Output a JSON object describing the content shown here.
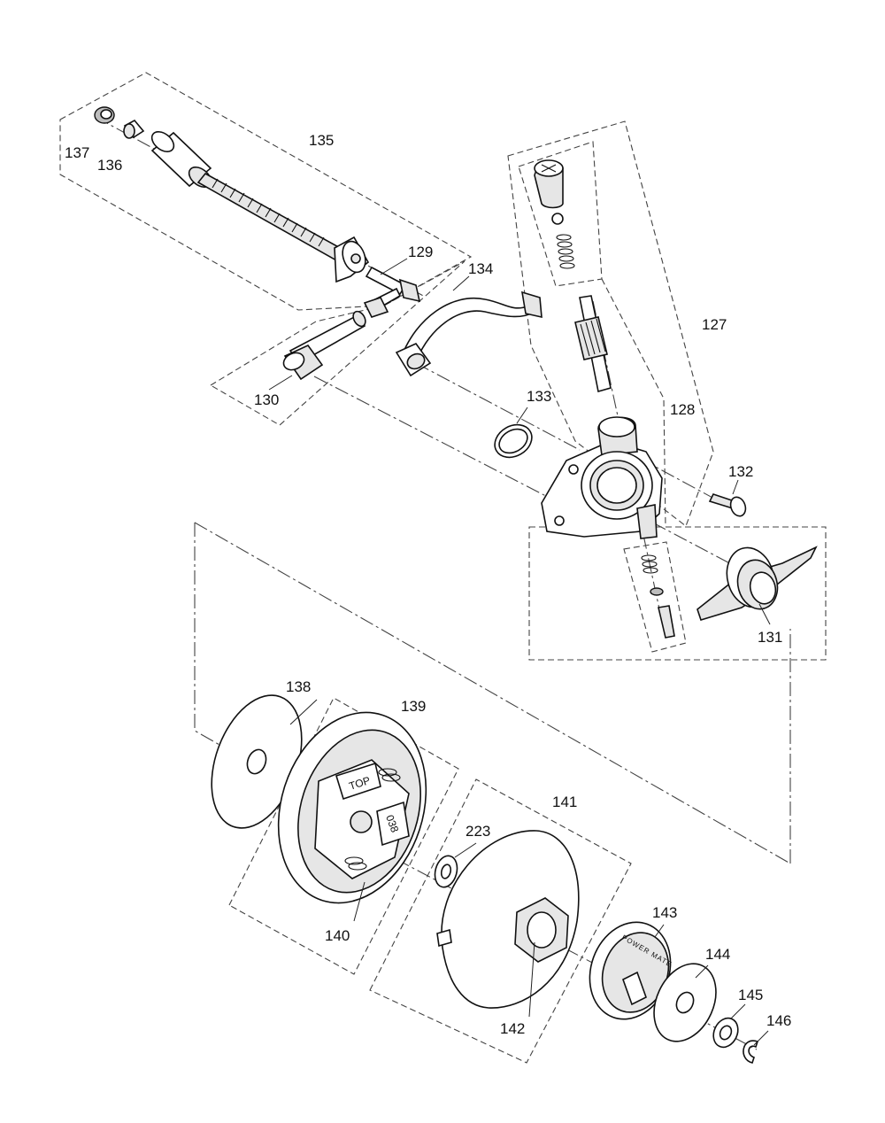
{
  "labels": {
    "p127": "127",
    "p128": "128",
    "p129": "129",
    "p130": "130",
    "p131": "131",
    "p132": "132",
    "p133": "133",
    "p134": "134",
    "p135": "135",
    "p136": "136",
    "p137": "137",
    "p138": "138",
    "p139": "139",
    "p140": "140",
    "p141": "141",
    "p142": "142",
    "p143": "143",
    "p144": "144",
    "p145": "145",
    "p146": "146",
    "p223": "223"
  },
  "part_markings": {
    "top": "TOP",
    "code": "038",
    "sprocket_brand": "POWER MATE"
  }
}
